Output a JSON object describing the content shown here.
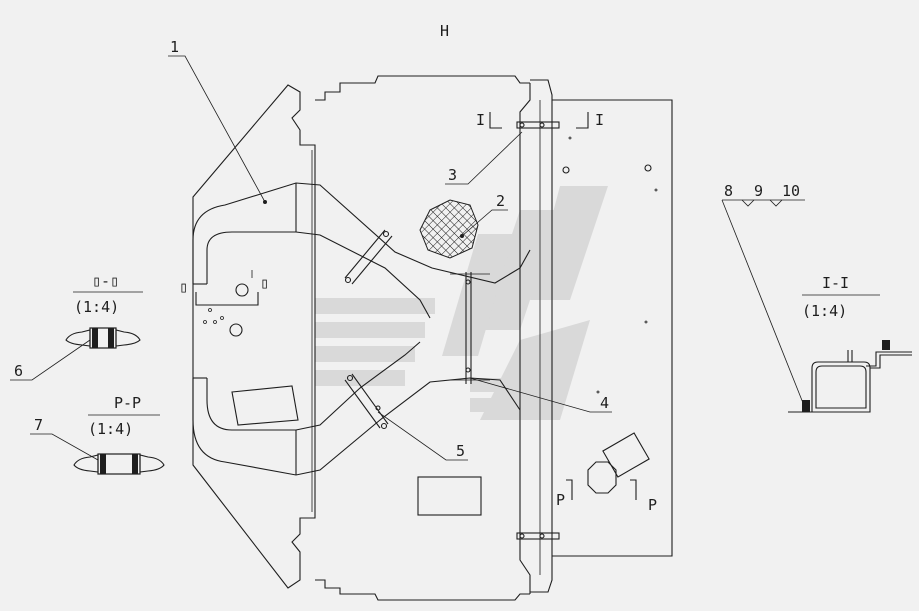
{
  "view_label": "H",
  "watermark": {
    "color": "#d6d6d6"
  },
  "callouts": [
    "1",
    "2",
    "3",
    "4",
    "5"
  ],
  "section_marks": {
    "i_left": "I",
    "i_right": "I",
    "box_left": "▯",
    "box_right": "▯",
    "p_left": "P",
    "p_right": "P"
  },
  "detail_6": {
    "title": "▯-▯",
    "scale": "(1:4)",
    "callout": "6"
  },
  "detail_7": {
    "title": "P-P",
    "scale": "(1:4)",
    "callout": "7"
  },
  "detail_i": {
    "title": "I-I",
    "scale": "(1:4)",
    "callouts": [
      "8",
      "9",
      "10"
    ]
  }
}
